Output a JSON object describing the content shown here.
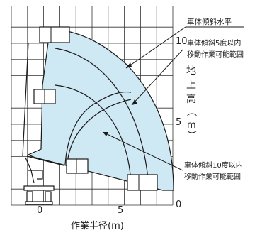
{
  "diagram": {
    "labels": {
      "horizontal": "車体傾斜水平",
      "tilt5_line1": "車体傾斜5度以内",
      "tilt5_line2": "移動作業可能範囲",
      "tilt10_line1": "車体傾斜10度以内",
      "tilt10_line2": "移動作業可能範囲"
    },
    "x_axis_label": "作業半径(m)",
    "y_axis_label_chars": [
      "地",
      "上",
      "高",
      "︵",
      "m",
      "︶"
    ],
    "x_ticks": [
      "0",
      "5"
    ],
    "y_ticks": [
      "10",
      "5",
      "0"
    ],
    "colors": {
      "fill": "#cfe9f4",
      "stroke": "#1a1a1a",
      "grid": "#333333"
    }
  }
}
